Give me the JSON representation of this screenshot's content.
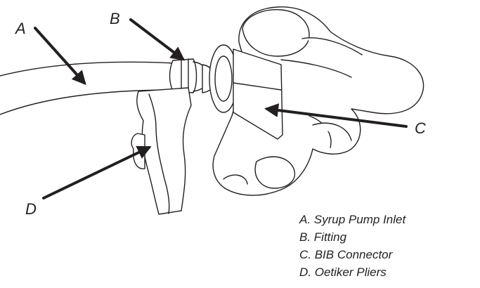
{
  "callouts": {
    "a": "A",
    "b": "B",
    "c": "C",
    "d": "D"
  },
  "legend": [
    "A. Syrup Pump Inlet",
    "B. Fitting",
    "C. BIB Connector",
    "D. Oetiker Pliers"
  ],
  "colors": {
    "line": "#231f20",
    "fill": "#ffffff"
  }
}
